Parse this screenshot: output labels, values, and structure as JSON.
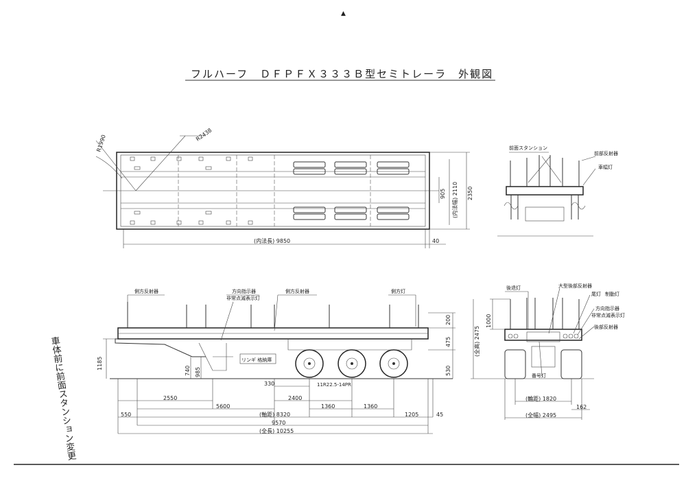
{
  "title": "フルハーフ　ＤＦＰＦＸ３３３Ｂ型セミトレーラ　外観図",
  "top_marker": "▲",
  "top_view": {
    "radius_1": "R1990",
    "radius_2": "R2438",
    "dim_inner_length": "(内法長) 9850",
    "dim_40": "40",
    "dim_905": "905",
    "dim_inner_width": "(内法幅) 2110",
    "dim_2350": "2350"
  },
  "front_view": {
    "front_stanchion": "前面スタンション",
    "front_reflector": "前部反射器",
    "width_light": "車幅灯"
  },
  "side_view": {
    "side_reflector_left": "側方反射器",
    "turn_signal": "方向指示器",
    "hazard_light": "非常点滅表示灯",
    "side_reflector_mid": "側方反射器",
    "side_light": "側方灯",
    "sticker": "リンギ 格納庫",
    "tire": "11R22.5-14PR",
    "dims": {
      "d200": "200",
      "d475": "475",
      "d530": "530",
      "d1185": "1185",
      "d740": "740",
      "d985": "985",
      "d330": "330",
      "d2400": "2400",
      "d2550": "2550",
      "d5600": "5600",
      "d1360a": "1360",
      "d1360b": "1360",
      "d550": "550",
      "wheelbase": "(軸距) 8320",
      "d1205": "1205",
      "d45": "45",
      "d9570": "9570",
      "overall_length": "(全長) 10255"
    }
  },
  "rear_view": {
    "clearance_light": "後退灯",
    "large_rear_reflector": "大型後部反射器",
    "tail_light": "尾灯",
    "brake_light": "制動灯",
    "turn_indicator": "方向指示器",
    "hazard": "非常点滅表示灯",
    "rear_reflector": "後部反射器",
    "plate_light": "番号灯",
    "d1000": "1000",
    "overall_height": "(全高) 2475",
    "track": "(輪距) 1820",
    "d162": "162",
    "overall_width": "(全幅) 2495"
  },
  "handwritten_note": "車体前に前面スタンション変更"
}
